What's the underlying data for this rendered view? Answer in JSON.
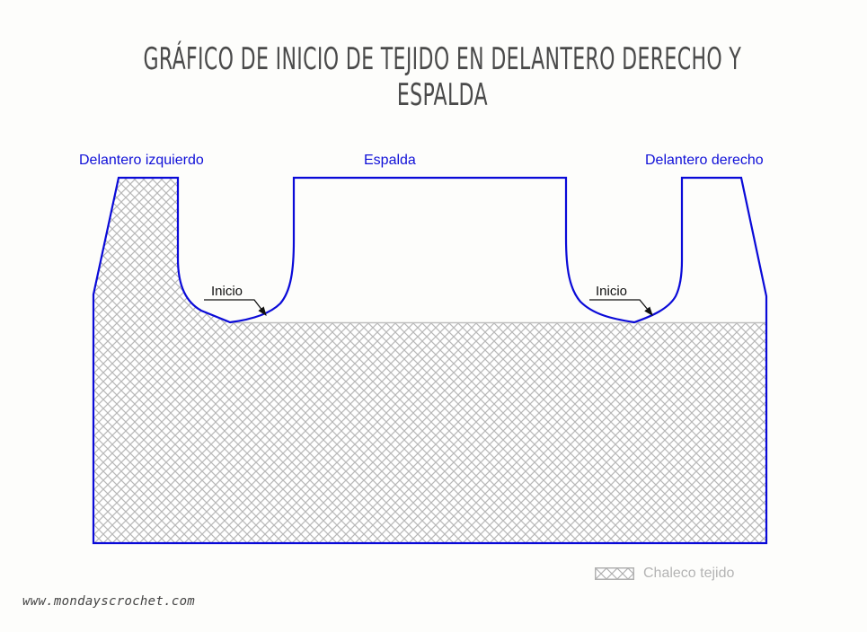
{
  "title": "GRÁFICO DE INICIO DE TEJIDO EN DELANTERO DERECHO Y ESPALDA",
  "pieces": {
    "left_front": {
      "label": "Delantero izquierdo"
    },
    "back": {
      "label": "Espalda"
    },
    "right_front": {
      "label": "Delantero derecho"
    }
  },
  "start_markers": [
    {
      "label": "Inicio"
    },
    {
      "label": "Inicio"
    }
  ],
  "legend": {
    "label": "Chaleco tejido",
    "pattern": "crosshatch"
  },
  "website": "www.mondayscrochet.com",
  "colors": {
    "outline": "#0a0ad8",
    "hatch": "#b8b8b8",
    "title": "#4a4a4a",
    "label_blue": "#1010d8",
    "legend_text": "#b4b4b4",
    "background": "#fdfdfb"
  }
}
